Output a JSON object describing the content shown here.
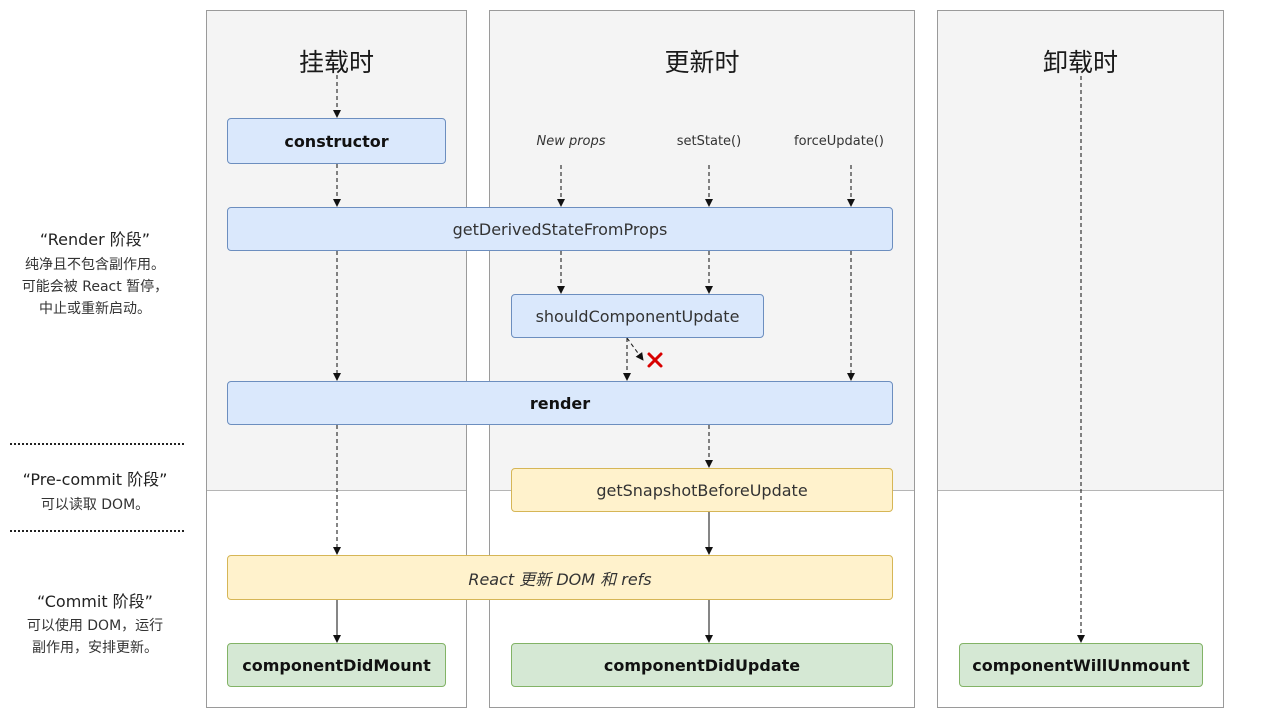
{
  "columns": {
    "mount": {
      "title": "挂载时"
    },
    "update": {
      "title": "更新时"
    },
    "unmount": {
      "title": "卸载时"
    }
  },
  "phases": {
    "render": {
      "title": "“Render 阶段”",
      "desc": [
        "纯净且不包含副作用。",
        "可能会被 React 暂停，",
        "中止或重新启动。"
      ]
    },
    "precommit": {
      "title": "“Pre-commit 阶段”",
      "desc": [
        "可以读取 DOM。"
      ]
    },
    "commit": {
      "title": "“Commit 阶段”",
      "desc": [
        "可以使用 DOM，运行",
        "副作用，安排更新。"
      ]
    }
  },
  "triggers": {
    "new_props": "New props",
    "set_state": "setState()",
    "force_update": "forceUpdate()"
  },
  "methods": {
    "constructor": "constructor",
    "get_derived_state": "getDerivedStateFromProps",
    "should_update": "shouldComponentUpdate",
    "render": "render",
    "get_snapshot": "getSnapshotBeforeUpdate",
    "react_updates_dom": "React 更新 DOM 和 refs",
    "did_mount": "componentDidMount",
    "did_update": "componentDidUpdate",
    "will_unmount": "componentWillUnmount"
  },
  "colors": {
    "render_phase_box": "#dae8fc",
    "precommit_box": "#fff2cc",
    "commit_box": "#d5e8d4",
    "cancel_mark": "#d80000"
  },
  "icons": {
    "cancel": "x-mark-icon"
  }
}
